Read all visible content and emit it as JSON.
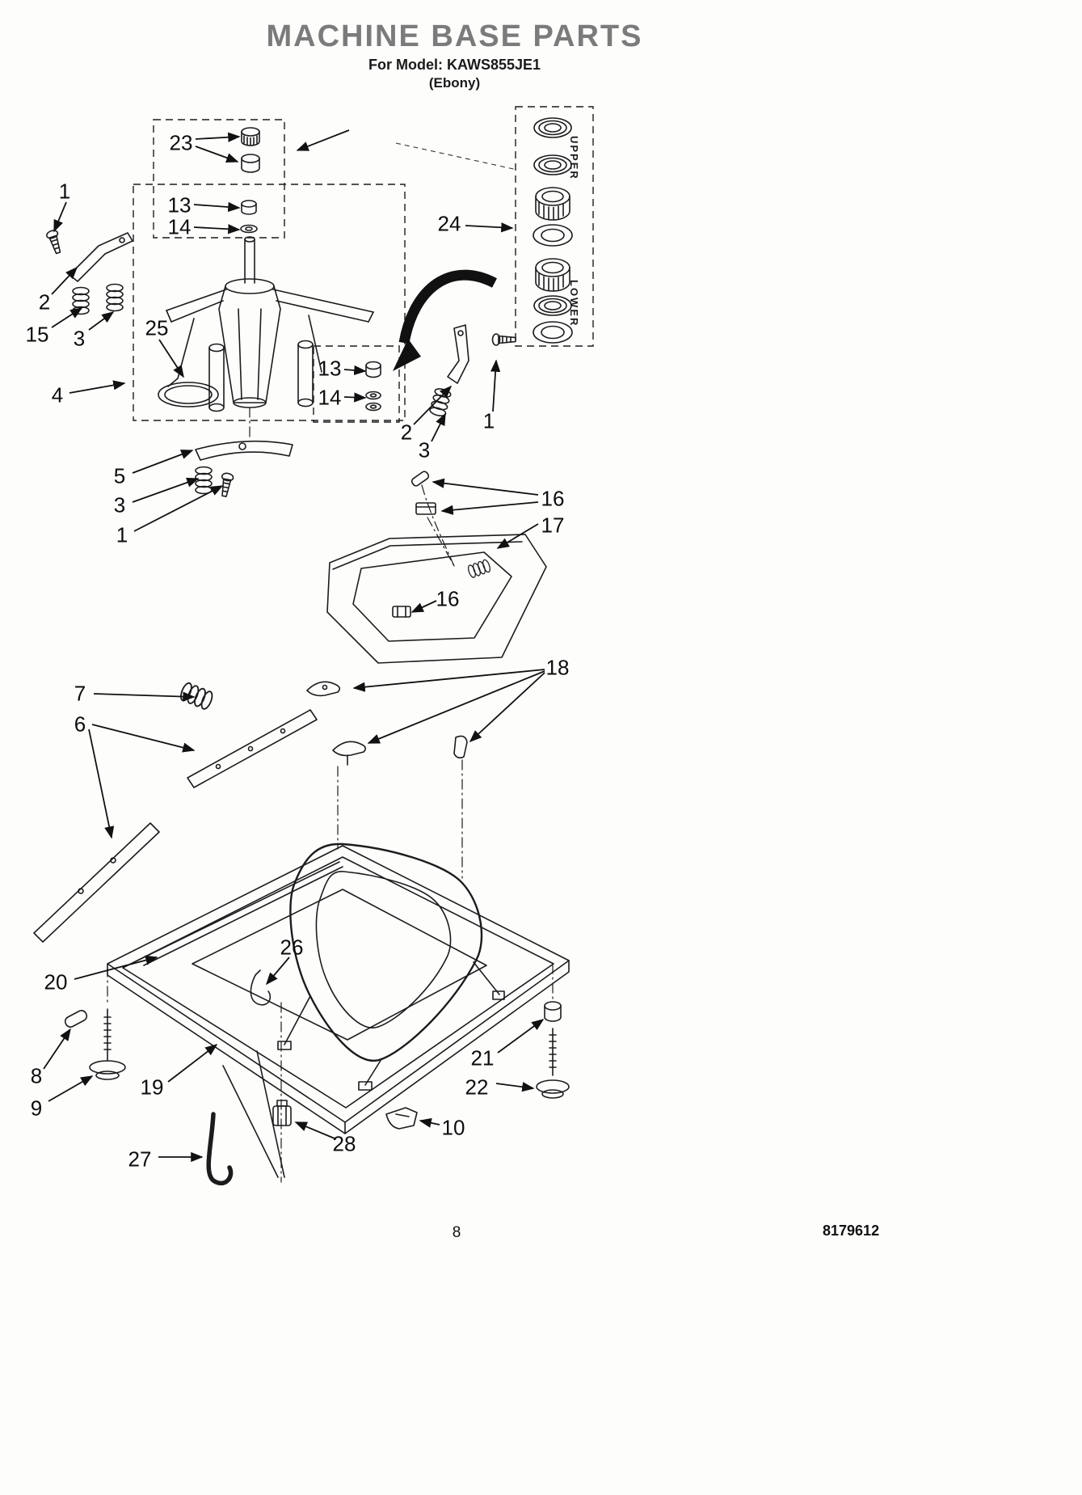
{
  "page": {
    "title": "MACHINE BASE PARTS",
    "model_line": "For Model: KAWS855JE1",
    "finish_line": "(Ebony)",
    "page_number": "8",
    "document_number": "8179612"
  },
  "diagram": {
    "bearing_kit": {
      "upper_label": "UPPER",
      "lower_label": "LOWER"
    },
    "callouts": [
      {
        "text": "23"
      },
      {
        "text": "13"
      },
      {
        "text": "14"
      },
      {
        "text": "1"
      },
      {
        "text": "2"
      },
      {
        "text": "15"
      },
      {
        "text": "3"
      },
      {
        "text": "25"
      },
      {
        "text": "4"
      },
      {
        "text": "24"
      },
      {
        "text": "13"
      },
      {
        "text": "14"
      },
      {
        "text": "2"
      },
      {
        "text": "3"
      },
      {
        "text": "1"
      },
      {
        "text": "5"
      },
      {
        "text": "3"
      },
      {
        "text": "1"
      },
      {
        "text": "16"
      },
      {
        "text": "17"
      },
      {
        "text": "16"
      },
      {
        "text": "18"
      },
      {
        "text": "7"
      },
      {
        "text": "6"
      },
      {
        "text": "20"
      },
      {
        "text": "26"
      },
      {
        "text": "8"
      },
      {
        "text": "9"
      },
      {
        "text": "19"
      },
      {
        "text": "21"
      },
      {
        "text": "22"
      },
      {
        "text": "10"
      },
      {
        "text": "27"
      },
      {
        "text": "28"
      }
    ]
  }
}
